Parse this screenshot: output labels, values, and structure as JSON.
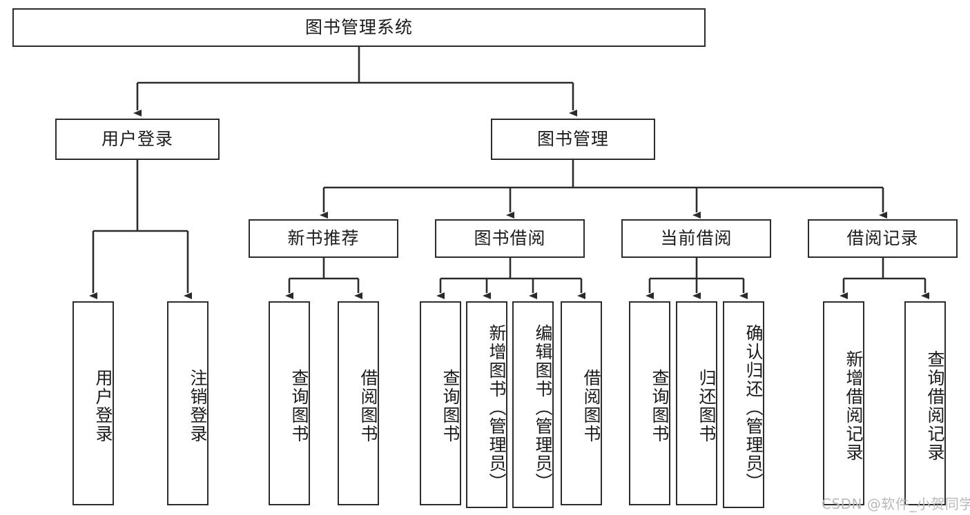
{
  "diagram": {
    "type": "tree-hierarchy",
    "title": "图书管理系统",
    "root": {
      "id": "root",
      "label": "图书管理系统"
    },
    "level2": [
      {
        "id": "user-login",
        "label": "用户登录"
      },
      {
        "id": "book-manage",
        "label": "图书管理"
      }
    ],
    "level3": [
      {
        "id": "new-book-recommend",
        "label": "新书推荐",
        "parent": "book-manage"
      },
      {
        "id": "book-borrow",
        "label": "图书借阅",
        "parent": "book-manage"
      },
      {
        "id": "current-borrow",
        "label": "当前借阅",
        "parent": "book-manage"
      },
      {
        "id": "borrow-record",
        "label": "借阅记录",
        "parent": "book-manage"
      }
    ],
    "leaves": [
      {
        "id": "leaf-user-login",
        "label": "用户登录",
        "parent": "user-login"
      },
      {
        "id": "leaf-logout-login",
        "label": "注销登录",
        "parent": "user-login"
      },
      {
        "id": "leaf-query-book-1",
        "label": "查询图书",
        "parent": "new-book-recommend"
      },
      {
        "id": "leaf-borrow-book-1",
        "label": "借阅图书",
        "parent": "new-book-recommend"
      },
      {
        "id": "leaf-query-book-2",
        "label": "查询图书",
        "parent": "book-borrow"
      },
      {
        "id": "leaf-add-book-admin",
        "label": "新增图书（管理员）",
        "parent": "book-borrow"
      },
      {
        "id": "leaf-edit-book-admin",
        "label": "编辑图书（管理员）",
        "parent": "book-borrow"
      },
      {
        "id": "leaf-borrow-book-2",
        "label": "借阅图书",
        "parent": "book-borrow"
      },
      {
        "id": "leaf-query-book-3",
        "label": "查询图书",
        "parent": "current-borrow"
      },
      {
        "id": "leaf-return-book",
        "label": "归还图书",
        "parent": "current-borrow"
      },
      {
        "id": "leaf-confirm-return-admin",
        "label": "确认归还（管理员）",
        "parent": "current-borrow"
      },
      {
        "id": "leaf-add-borrow-record",
        "label": "新增借阅记录",
        "parent": "borrow-record"
      },
      {
        "id": "leaf-query-borrow-record",
        "label": "查询借阅记录",
        "parent": "borrow-record"
      }
    ]
  },
  "watermark": {
    "text": "CSDN @软件_小贺同学"
  },
  "colors": {
    "stroke": "#2b2b2b",
    "background": "#ffffff",
    "text": "#1b1b1b",
    "watermark": "#b9b9b9"
  }
}
